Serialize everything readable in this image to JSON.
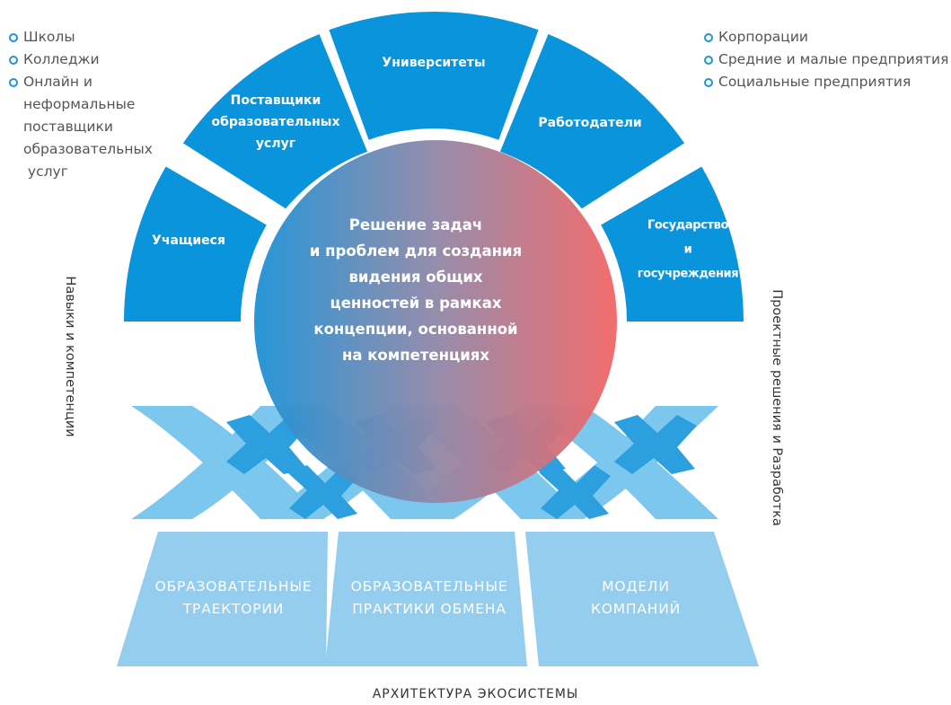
{
  "left_bullets": [
    "Школы",
    "Колледжи",
    "Онлайн и",
    "неформальные",
    "поставщики",
    "образовательных",
    " услуг"
  ],
  "right_bullets": [
    "Корпорации",
    "Средние и малые предприятия",
    "Социальные предприятия"
  ],
  "segments": {
    "students": "Учащиеся",
    "providers": [
      "Поставщики",
      "образовательных",
      "услуг"
    ],
    "universities": "Университеты",
    "employers": "Работодатели",
    "government": [
      "Государство",
      "и",
      "госучреждения"
    ]
  },
  "center_text": [
    "Решение задач",
    "и проблем для создания",
    "видения общих",
    "ценностей в рамках",
    "концепции, основанной",
    "на компетенциях"
  ],
  "side_left": "Навыки и компетенции",
  "side_right": "Проектные решения и Разработка",
  "base_blocks": {
    "trajectories": [
      "ОБРАЗОВАТЕЛЬНЫЕ",
      "ТРАЕКТОРИИ"
    ],
    "exchange": [
      "ОБРАЗОВАТЕЛЬНЫЕ",
      "ПРАКТИКИ ОБМЕНА"
    ],
    "models": [
      "МОДЕЛИ",
      "КОМПАНИЙ"
    ]
  },
  "footer": "АРХИТЕКТУРА ЭКОСИСТЕМЫ",
  "colors": {
    "segment_blue": "#0a94db",
    "ribbon_light": "#6dc2ec",
    "ribbon_dark": "#2c9fdf",
    "base_block": "#94cdee",
    "gradient_start": "#1e92d6",
    "gradient_end": "#f26767",
    "bullet_ring": "#1f94d8"
  }
}
